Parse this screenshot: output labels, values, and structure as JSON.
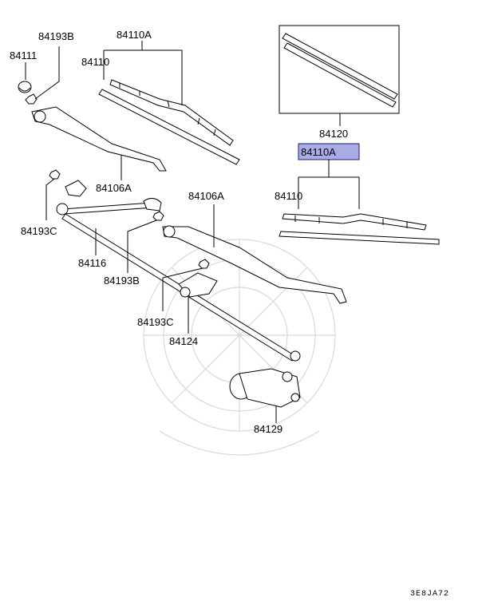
{
  "labels": {
    "p84193b_top": "84193B",
    "p84110a_top": "84110A",
    "p84111": "84111",
    "p84110_top": "84110",
    "p84106a_left": "84106A",
    "p84193c_left": "84193C",
    "p84116": "84116",
    "p84193b_mid": "84193B",
    "p84106a_right": "84106A",
    "p84120": "84120",
    "p84110a_highlight": "84110A",
    "p84110_right": "84110",
    "p84193c_mid": "84193C",
    "p84124": "84124",
    "p84129": "84129"
  },
  "diagram_code": "3E8JA72",
  "colors": {
    "highlight_fill": "#a9abe4",
    "highlight_border": "#1f1f6e",
    "watermark": "#d8d8d8"
  }
}
